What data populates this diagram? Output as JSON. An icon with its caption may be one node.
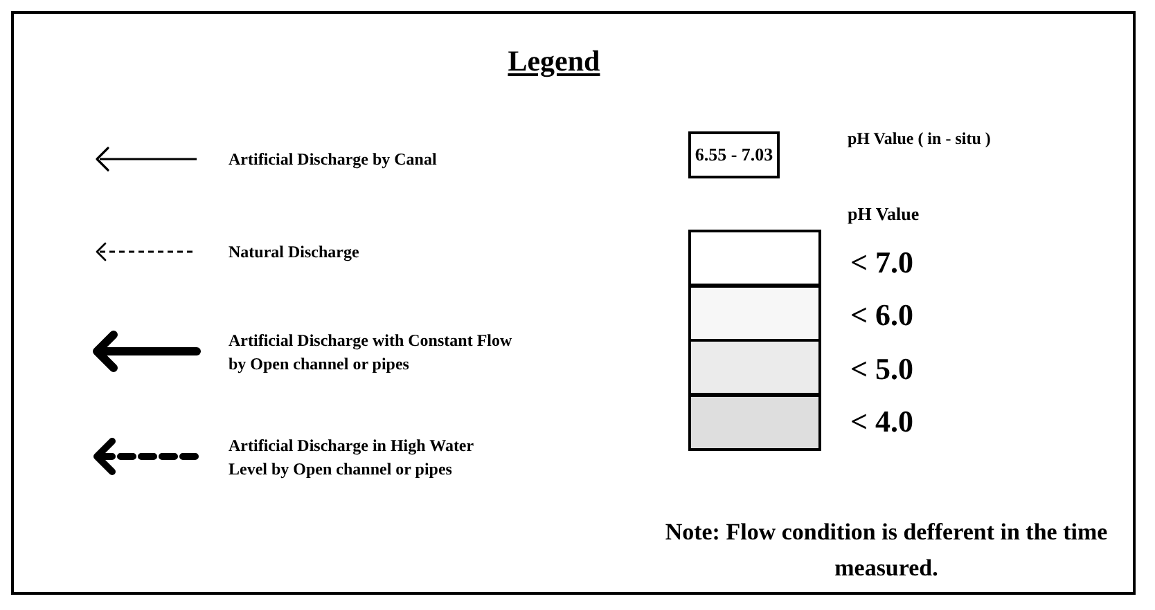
{
  "diagram": {
    "title": "Legend",
    "labels": [
      "6.55 - 7.03",
      "pH Value ( in - situ )",
      "pH Value",
      "Note: Flow condition is defferent in the time measured."
    ],
    "legend": [
      {
        "text": "Artificial Discharge by Canal"
      },
      {
        "text": "Natural Discharge"
      },
      {
        "text": "Artificial Discharge with Constant Flow by Open channel or pipes"
      },
      {
        "text": "Artificial Discharge in High Water Level by Open channel or pipes"
      },
      {
        "text": "< 7.0",
        "color": "#ffffff"
      },
      {
        "text": "< 6.0",
        "color": "#f7f7f7"
      },
      {
        "text": "< 5.0",
        "color": "#ebebeb"
      },
      {
        "text": "< 4.0",
        "color": "#dedede"
      }
    ]
  }
}
